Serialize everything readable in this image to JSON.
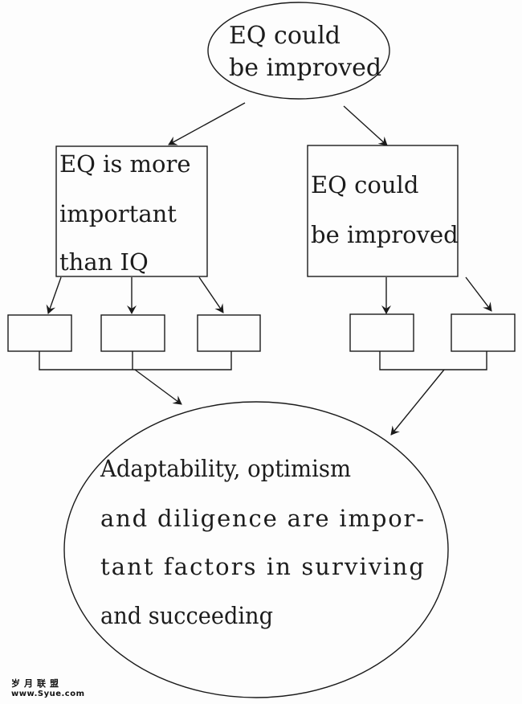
{
  "diagram": {
    "top_node": {
      "lines": [
        "EQ could",
        "be improved"
      ]
    },
    "left_node": {
      "lines": [
        "EQ is more",
        "important",
        "than IQ"
      ]
    },
    "right_node": {
      "lines": [
        "EQ could",
        "be improved"
      ]
    },
    "left_sub_boxes": [
      "",
      "",
      ""
    ],
    "right_sub_boxes": [
      "",
      ""
    ],
    "conclusion_node": {
      "lines": [
        "Adaptability, optimism",
        "and diligence are impor-",
        "tant factors in surviving",
        "and succeeding"
      ]
    },
    "line_color": "#1a1a1a",
    "background": "#fdfdfd"
  },
  "watermark": {
    "chinese": "岁月联盟",
    "url": "www.Syue.com"
  }
}
